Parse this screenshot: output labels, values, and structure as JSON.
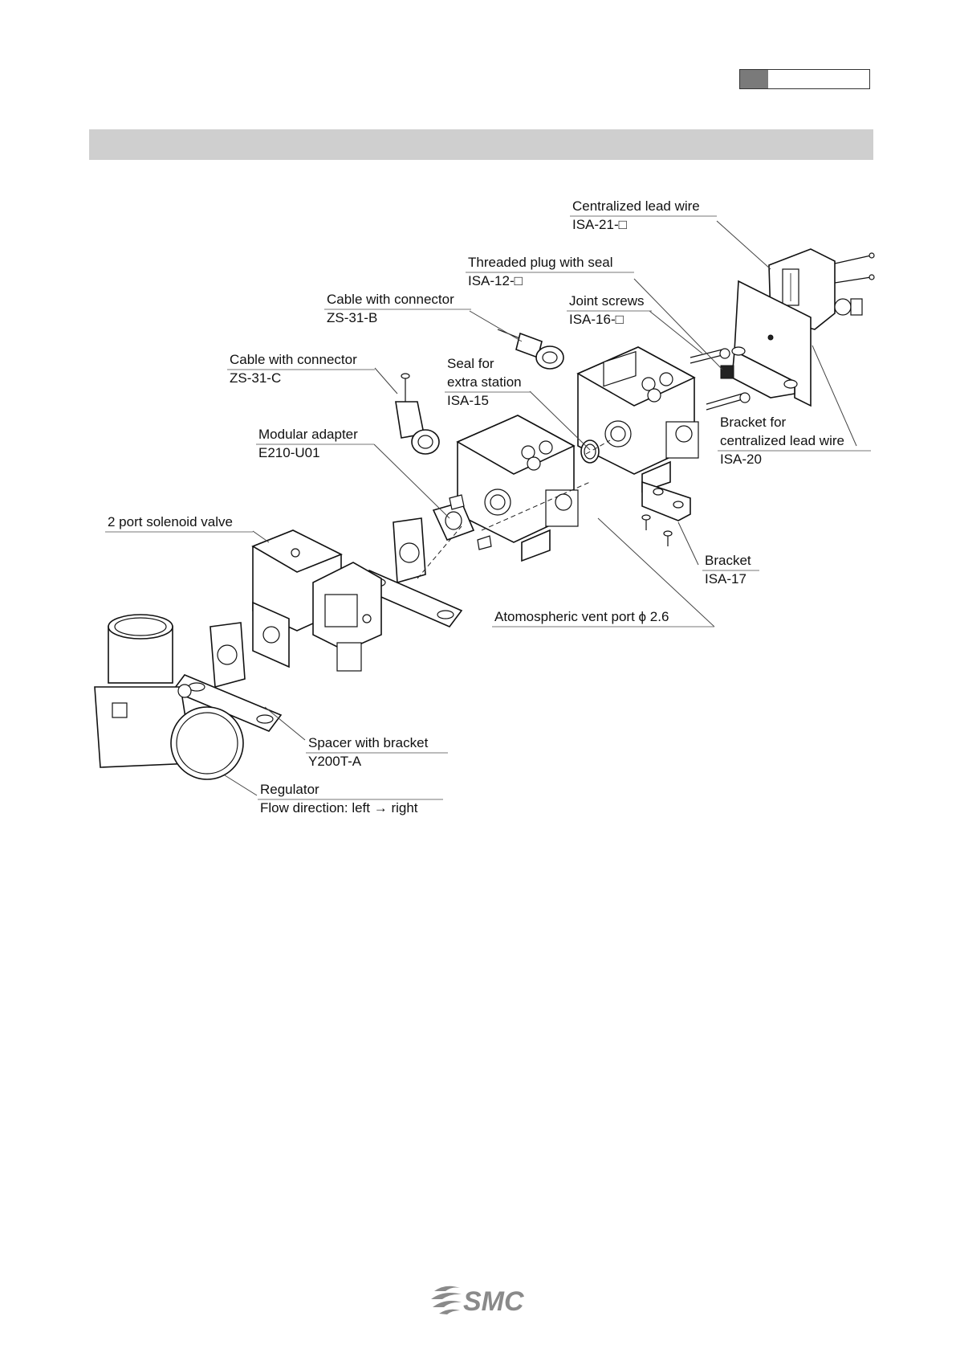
{
  "callouts": {
    "centralized_lead_wire": {
      "name": "Centralized lead wire",
      "part": "ISA-21-□"
    },
    "threaded_plug": {
      "name": "Threaded plug with seal",
      "part": "ISA-12-□"
    },
    "joint_screws": {
      "name": "Joint screws",
      "part": "ISA-16-□"
    },
    "cable_b": {
      "name": "Cable with connector",
      "part": "ZS-31-B"
    },
    "cable_c": {
      "name": "Cable with connector",
      "part": "ZS-31-C"
    },
    "seal": {
      "name_line1": "Seal for",
      "name_line2": "extra station",
      "part": "ISA-15"
    },
    "bracket_lead": {
      "name_line1": "Bracket for",
      "name_line2": "centralized lead wire",
      "part": "ISA-20"
    },
    "modular_adapter": {
      "name": "Modular adapter",
      "part": "E210-U01"
    },
    "solenoid_valve": {
      "name": "2 port solenoid valve"
    },
    "bracket": {
      "name": "Bracket",
      "part": "ISA-17"
    },
    "vent_port": {
      "name": "Atomospheric vent port ϕ 2.6"
    },
    "spacer": {
      "name": "Spacer with bracket",
      "part": "Y200T-A"
    },
    "regulator": {
      "name": "Regulator",
      "flow": "Flow direction: left → right"
    }
  },
  "footer": {
    "logo_text": "SMC"
  }
}
